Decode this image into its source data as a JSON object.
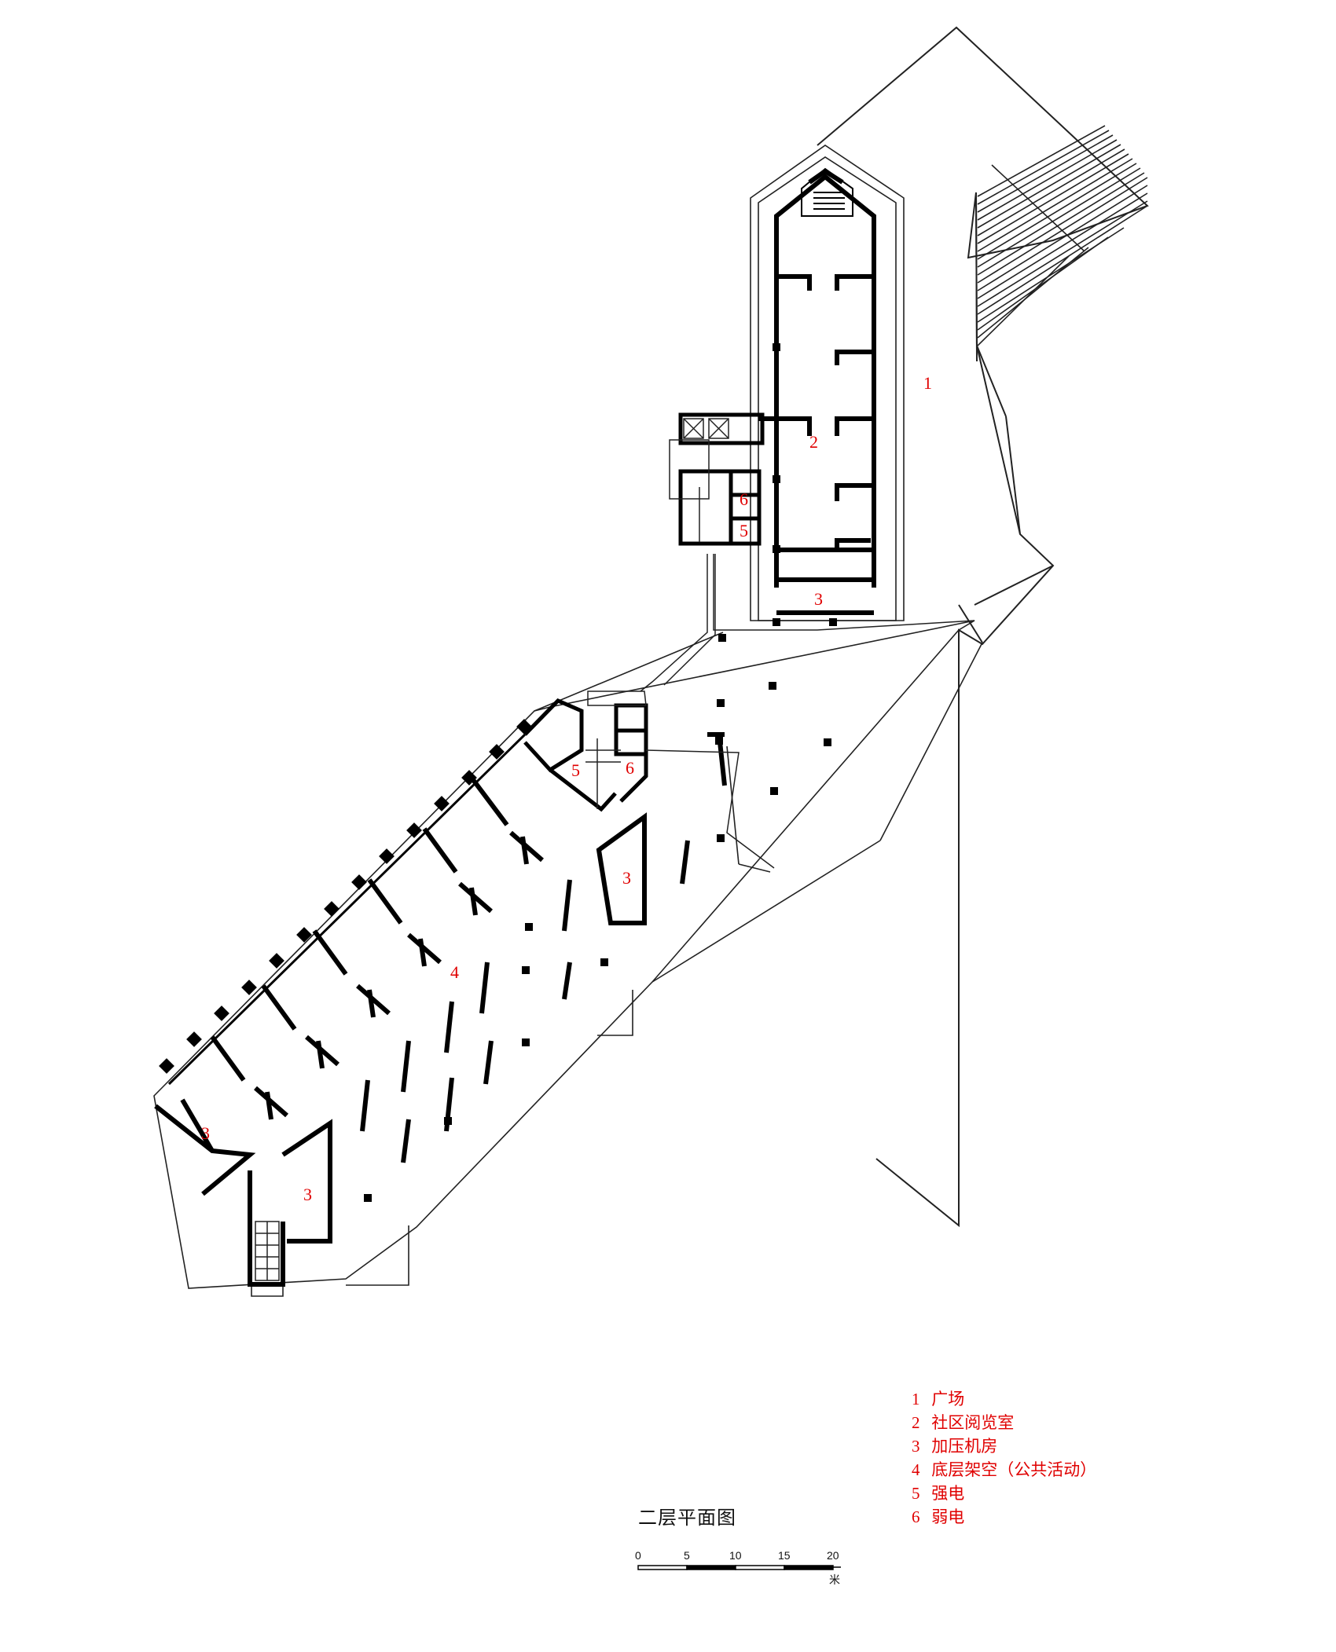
{
  "rooms": [
    {
      "num": "1"
    },
    {
      "num": "2"
    },
    {
      "num": "3"
    },
    {
      "num": "3"
    },
    {
      "num": "4"
    },
    {
      "num": "3"
    },
    {
      "num": "3"
    },
    {
      "num": "5"
    },
    {
      "num": "6"
    },
    {
      "num": "5"
    },
    {
      "num": "6"
    }
  ],
  "legend": [
    {
      "num": "1",
      "label": "广场"
    },
    {
      "num": "2",
      "label": "社区阅览室"
    },
    {
      "num": "3",
      "label": "加压机房"
    },
    {
      "num": "4",
      "label": "底层架空（公共活动）"
    },
    {
      "num": "5",
      "label": "强电"
    },
    {
      "num": "6",
      "label": "弱电"
    }
  ],
  "title": "二层平面图",
  "scale_bar": {
    "ticks": [
      "0",
      "5",
      "10",
      "15",
      "20"
    ],
    "unit": "米"
  },
  "colors": {
    "room_number": "#e00000",
    "wall": "#000000",
    "line": "#222222"
  }
}
